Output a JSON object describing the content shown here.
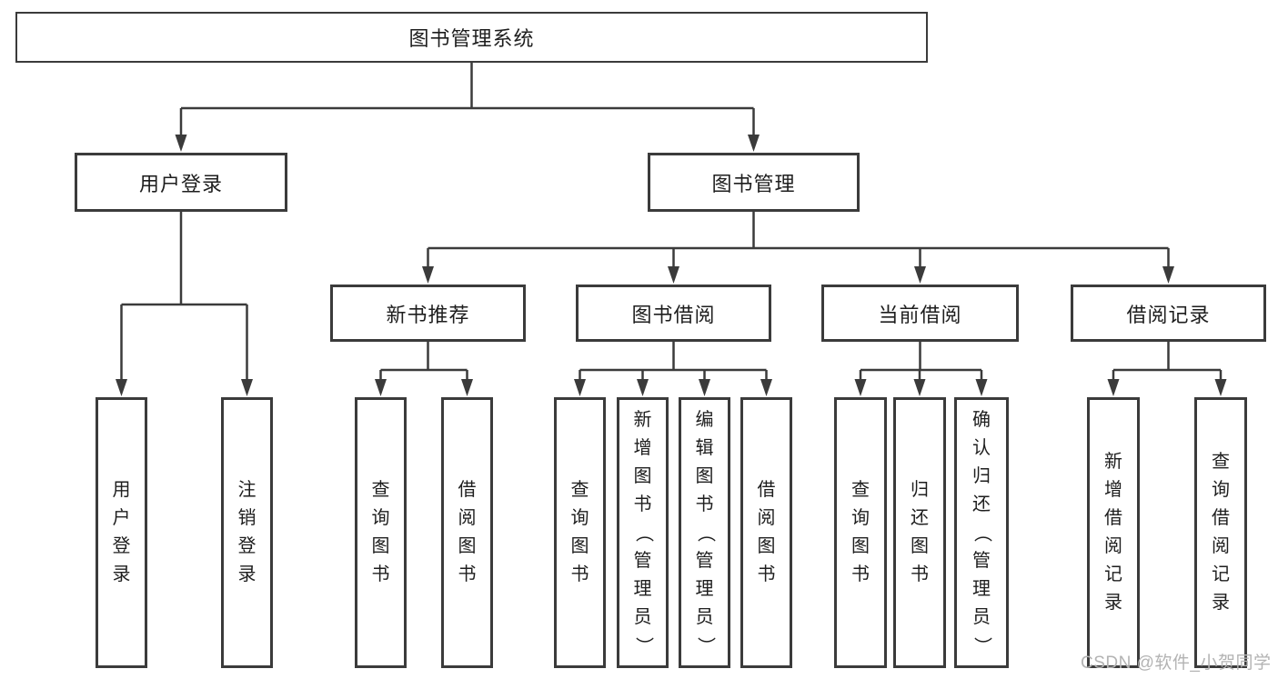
{
  "watermark": "CSDN @软件_小贺同学",
  "colors": {
    "line": "#3b3b3b",
    "text": "#1e1e1e",
    "watermark": "#b3b3b3",
    "background": "#ffffff"
  },
  "tree": {
    "id": "root",
    "label": "图书管理系统",
    "children": [
      {
        "id": "user-login",
        "label": "用户登录",
        "children": [
          {
            "id": "leaf-user-login",
            "label": "用户登录"
          },
          {
            "id": "leaf-logout",
            "label": "注销登录"
          }
        ]
      },
      {
        "id": "book-mgmt",
        "label": "图书管理",
        "children": [
          {
            "id": "new-book-rec",
            "label": "新书推荐",
            "children": [
              {
                "id": "leaf-nb-query",
                "label": "查询图书"
              },
              {
                "id": "leaf-nb-borrow",
                "label": "借阅图书"
              }
            ]
          },
          {
            "id": "book-borrow",
            "label": "图书借阅",
            "children": [
              {
                "id": "leaf-bb-query",
                "label": "查询图书"
              },
              {
                "id": "leaf-bb-add",
                "label": "新增图书（管理员）"
              },
              {
                "id": "leaf-bb-edit",
                "label": "编辑图书（管理员）"
              },
              {
                "id": "leaf-bb-borrow",
                "label": "借阅图书"
              }
            ]
          },
          {
            "id": "current-borrow",
            "label": "当前借阅",
            "children": [
              {
                "id": "leaf-cb-query",
                "label": "查询图书"
              },
              {
                "id": "leaf-cb-return",
                "label": "归还图书"
              },
              {
                "id": "leaf-cb-confirm",
                "label": "确认归还（管理员）"
              }
            ]
          },
          {
            "id": "borrow-records",
            "label": "借阅记录",
            "children": [
              {
                "id": "leaf-br-add",
                "label": "新增借阅记录"
              },
              {
                "id": "leaf-br-query",
                "label": "查询借阅记录"
              }
            ]
          }
        ]
      }
    ]
  }
}
